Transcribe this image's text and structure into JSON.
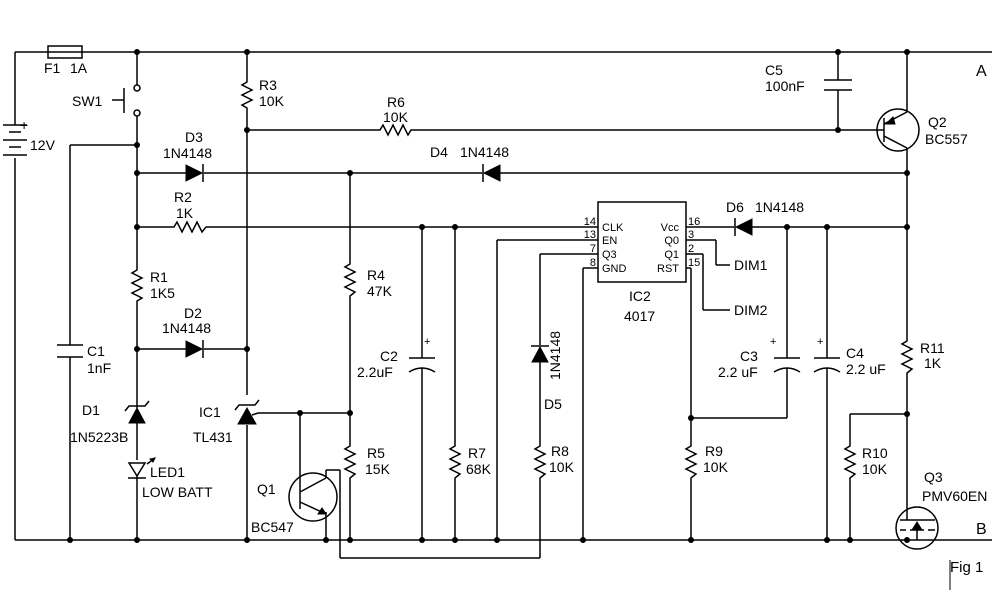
{
  "fuse": {
    "ref": "F1",
    "value": "1A"
  },
  "battery": {
    "plus": "+",
    "value": "12V"
  },
  "switch": {
    "ref": "SW1"
  },
  "R1": {
    "ref": "R1",
    "value": "1K5"
  },
  "R2": {
    "ref": "R2",
    "value": "1K"
  },
  "R3": {
    "ref": "R3",
    "value": "10K"
  },
  "R4": {
    "ref": "R4",
    "value": "47K"
  },
  "R5": {
    "ref": "R5",
    "value": "15K"
  },
  "R6": {
    "ref": "R6",
    "value": "10K"
  },
  "R7": {
    "ref": "R7",
    "value": "68K"
  },
  "R8": {
    "ref": "R8",
    "value": "10K"
  },
  "R9": {
    "ref": "R9",
    "value": "10K"
  },
  "R10": {
    "ref": "R10",
    "value": "10K"
  },
  "R11": {
    "ref": "R11",
    "value": "1K"
  },
  "C1": {
    "ref": "C1",
    "value": "1nF"
  },
  "C2": {
    "ref": "C2",
    "value": "2.2uF"
  },
  "C3": {
    "ref": "C3",
    "value": "2.2 uF"
  },
  "C4": {
    "ref": "C4",
    "value": "2.2 uF"
  },
  "C5": {
    "ref": "C5",
    "value": "100nF"
  },
  "cap_plus": "+",
  "D1": {
    "ref": "D1",
    "value": "1N5223B"
  },
  "D2": {
    "ref": "D2",
    "value": "1N4148"
  },
  "D3": {
    "ref": "D3",
    "value": "1N4148"
  },
  "D4": {
    "ref": "D4",
    "value": "1N4148"
  },
  "D5": {
    "ref": "D5",
    "value": "1N4148"
  },
  "D6": {
    "ref": "D6",
    "value": "1N4148"
  },
  "LED1": {
    "ref": "LED1",
    "value": "LOW BATT"
  },
  "IC1": {
    "ref": "IC1",
    "value": "TL431"
  },
  "IC2": {
    "ref": "IC2",
    "value": "4017",
    "pins_left": [
      {
        "num": "14",
        "name": "CLK"
      },
      {
        "num": "13",
        "name": "EN"
      },
      {
        "num": "7",
        "name": "Q3"
      },
      {
        "num": "8",
        "name": "GND"
      }
    ],
    "pins_right": [
      {
        "num": "16",
        "name": "Vcc"
      },
      {
        "num": "3",
        "name": "Q0"
      },
      {
        "num": "2",
        "name": "Q1"
      },
      {
        "num": "15",
        "name": "RST"
      }
    ]
  },
  "Q1": {
    "ref": "Q1",
    "value": "BC547"
  },
  "Q2": {
    "ref": "Q2",
    "value": "BC557"
  },
  "Q3": {
    "ref": "Q3",
    "value": "PMV60EN"
  },
  "outputs": {
    "dim1": "DIM1",
    "dim2": "DIM2"
  },
  "terminals": {
    "a": "A",
    "b": "B"
  },
  "figure_label": "Fig 1"
}
